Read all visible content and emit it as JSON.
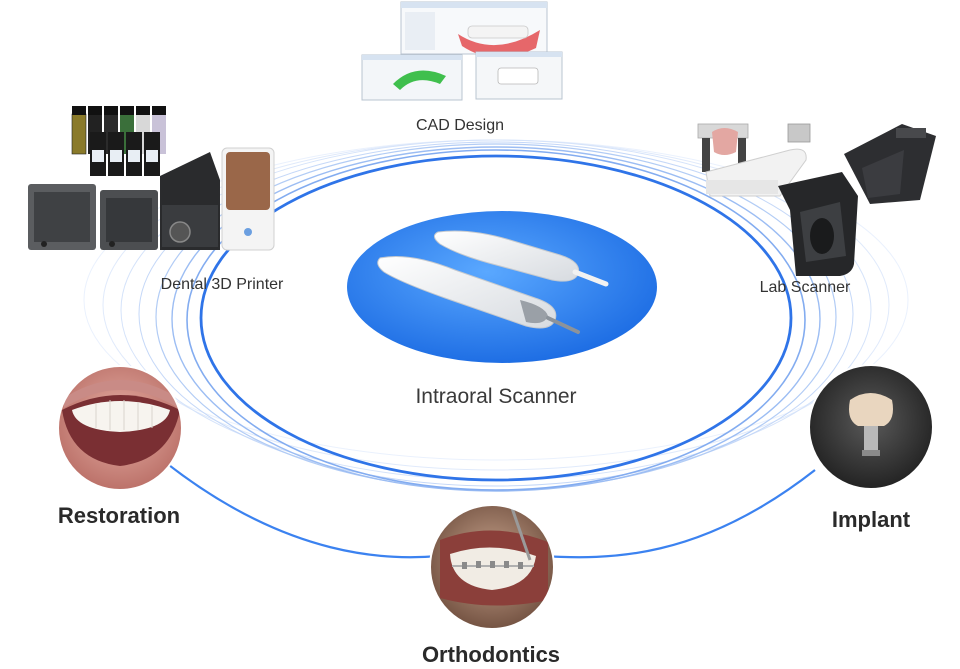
{
  "center": {
    "label": "Intraoral Scanner"
  },
  "devices": {
    "cad_design": {
      "label": "CAD Design",
      "icon": "software-screens-icon"
    },
    "printer": {
      "label": "Dental 3D Printer",
      "icon": "3d-printer-icon"
    },
    "lab_scanner": {
      "label": "Lab Scanner",
      "icon": "lab-scanner-icon"
    }
  },
  "applications": {
    "restoration": {
      "label": "Restoration",
      "icon": "smile-photo-icon"
    },
    "orthodontics": {
      "label": "Orthodontics",
      "icon": "braces-photo-icon"
    },
    "implant": {
      "label": "Implant",
      "icon": "implant-crown-photo-icon"
    }
  },
  "colors": {
    "accent_blue": "#1f6fe6",
    "ring_blue": "#3b82f0",
    "text_dark": "#2a2a2a"
  }
}
